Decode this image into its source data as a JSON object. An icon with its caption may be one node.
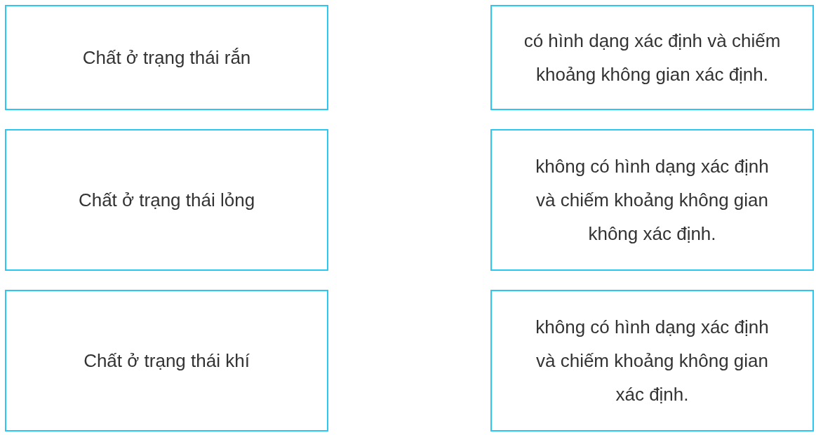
{
  "diagram": {
    "nodes": [
      {
        "text": [
          "Chất ở trạng thái rắn"
        ]
      },
      {
        "text": [
          "có hình dạng xác định và chiếm khoảng không gian xác định."
        ]
      },
      {
        "text": [
          "Chất ở trạng thái lỏng"
        ]
      },
      {
        "text": [
          "không có hình dạng xác định và chiếm khoảng không gian không xác định."
        ]
      },
      {
        "text": [
          "Chất ở trạng thái khí"
        ]
      },
      {
        "text": [
          "không có hình dạng xác định và chiếm khoảng không gian xác định."
        ]
      }
    ]
  }
}
